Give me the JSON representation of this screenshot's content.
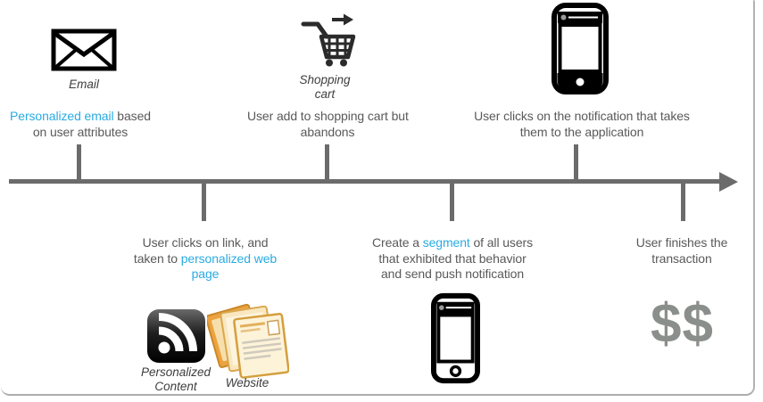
{
  "colors": {
    "accent_blue": "#29abe2",
    "text_gray": "#595959",
    "caption_dark": "#3d3d3d",
    "timeline_gray": "#6b6b6b",
    "money_gray": "#8b8f8b"
  },
  "icons": {
    "email": "envelope-outline",
    "shopping_cart": "cart-with-right-arrow",
    "phone_top": "smartphone-with-notification",
    "rss": "rss-feed-black-tile",
    "website": "stacked-web-pages",
    "phone_bottom": "smartphone-with-notification",
    "money": "double-dollar-sign",
    "timeline": "right-arrow-axis"
  },
  "icon_labels": {
    "email": "Email",
    "shopping_cart_line1": "Shopping",
    "shopping_cart_line2": "cart",
    "rss_line1": "Personalized",
    "rss_line2": "Content",
    "website": "Website"
  },
  "money_text": "$$",
  "events": {
    "personalized_email": {
      "line1_link": "Personalized email",
      "line1_rest": " based",
      "line2": "on user attributes"
    },
    "cart_abandon": {
      "line1": "User add to shopping cart but",
      "line2": "abandons"
    },
    "notification_click": {
      "line1": "User clicks on the notification that takes",
      "line2": "them to the application"
    },
    "link_click": {
      "line1": "User clicks on link, and",
      "line2_pre": "taken to ",
      "line2_link": "personalized web",
      "line3_link": "page"
    },
    "segment_push": {
      "line1_pre": "Create a ",
      "line1_link": "segment",
      "line1_post": " of all users",
      "line2": "that exhibited that behavior",
      "line3": "and send push notification"
    },
    "transaction": {
      "line1": "User finishes the",
      "line2": "transaction"
    }
  }
}
